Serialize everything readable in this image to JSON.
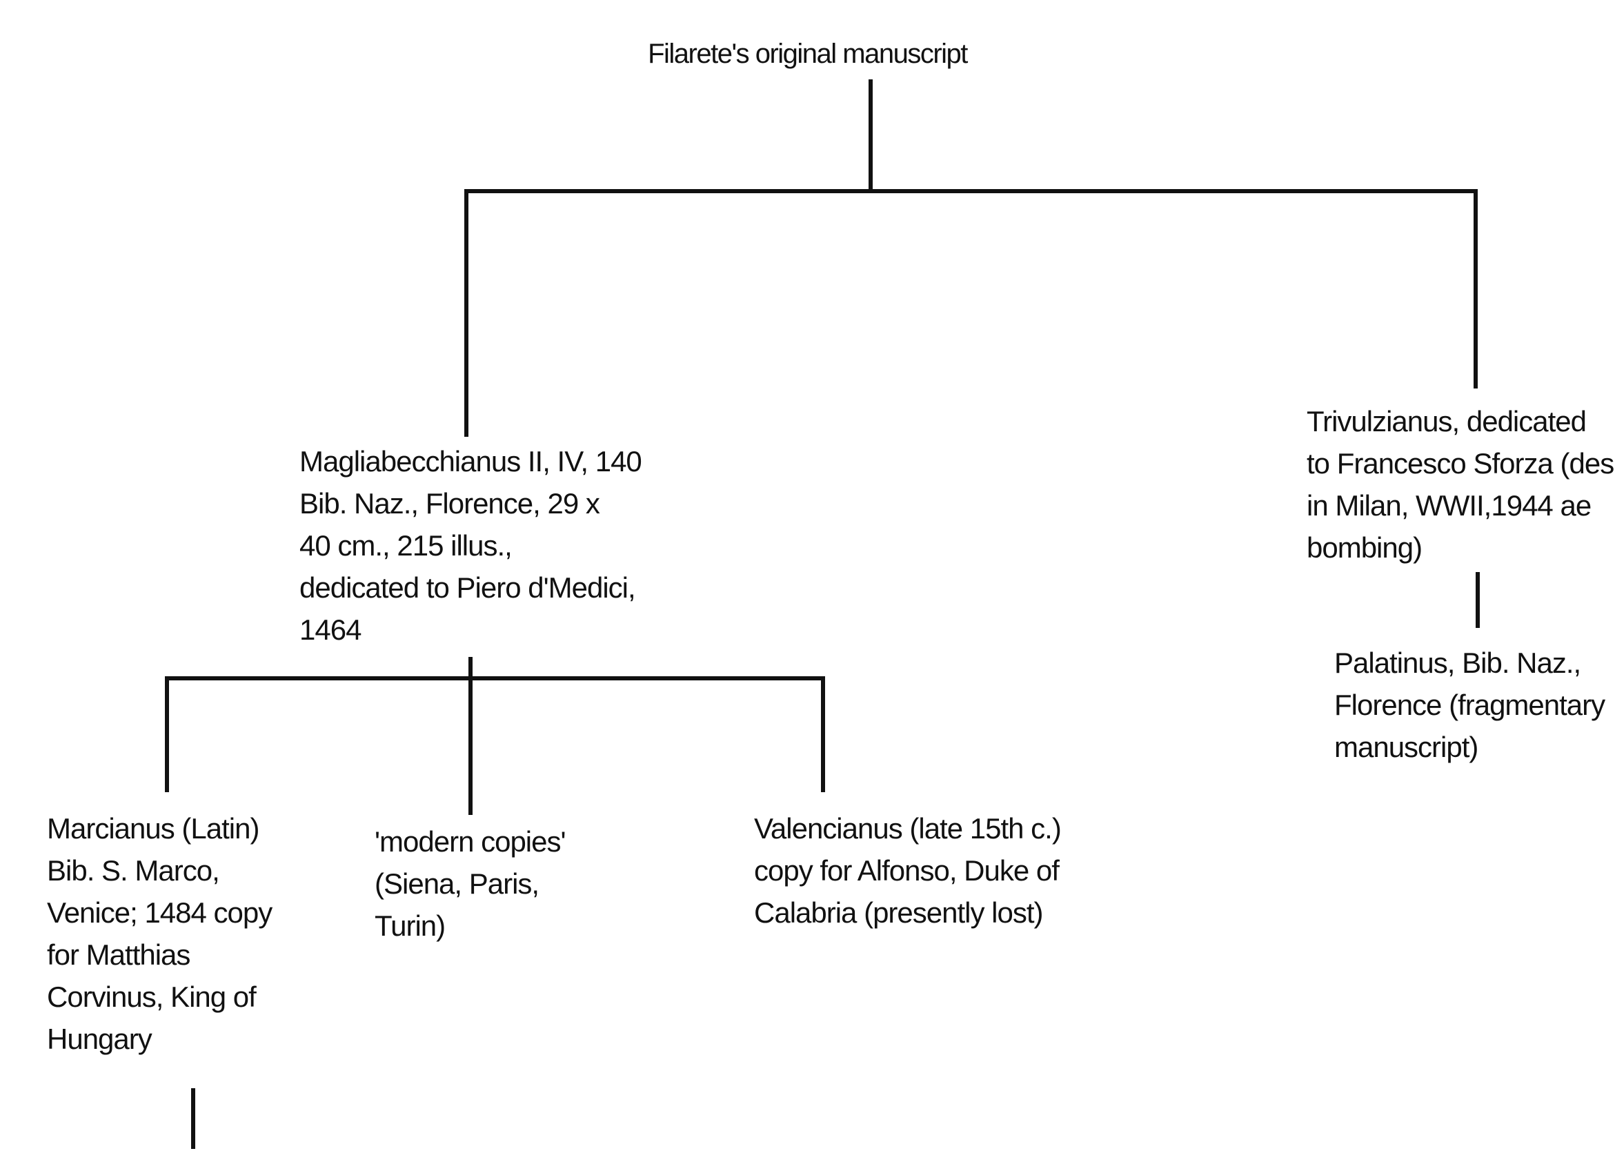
{
  "nodes": {
    "root": {
      "lines": [
        "Filarete's original manuscript"
      ]
    },
    "magliabecchianus": {
      "lines": [
        "Magliabecchianus II, IV, 140",
        "Bib. Naz., Florence, 29 x",
        "40 cm., 215 illus.,",
        "dedicated to Piero d'Medici,",
        "1464"
      ]
    },
    "trivulzianus": {
      "lines": [
        "Trivulzianus, dedicated",
        "to Francesco Sforza (des",
        "in Milan, WWII,1944 ae",
        "bombing)"
      ]
    },
    "palatinus": {
      "lines": [
        "Palatinus, Bib. Naz.,",
        "Florence (fragmentary",
        "manuscript)"
      ]
    },
    "marcianus": {
      "lines": [
        "Marcianus (Latin)",
        "Bib. S. Marco,",
        "Venice; 1484 copy",
        "for Matthias",
        "Corvinus, King of",
        "Hungary"
      ]
    },
    "modern_copies": {
      "lines": [
        "'modern copies'",
        "(Siena, Paris,",
        "Turin)"
      ]
    },
    "valencianus": {
      "lines": [
        "Valencianus  (late 15th c.)",
        "copy for Alfonso, Duke of",
        "Calabria (presently lost)"
      ]
    }
  }
}
